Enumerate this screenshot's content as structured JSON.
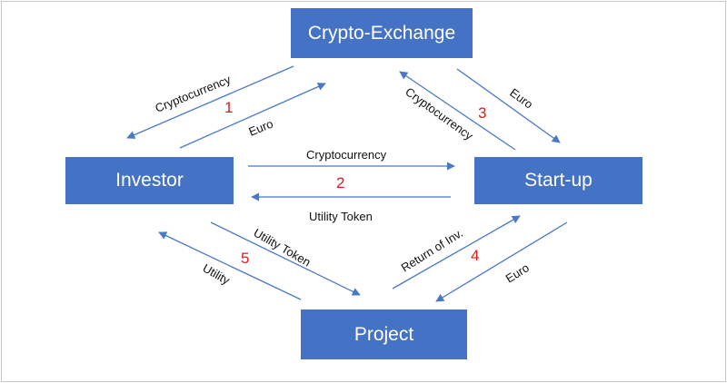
{
  "nodes": {
    "exchange": "Crypto-Exchange",
    "investor": "Investor",
    "startup": "Start-up",
    "project": "Project"
  },
  "edges": {
    "e1_out": "Cryptocurrency",
    "e1_back": "Euro",
    "e1_num": "1",
    "e2_out": "Cryptocurrency",
    "e2_back": "Utility Token",
    "e2_num": "2",
    "e3_out": "Euro",
    "e3_back": "Cryptocurrency",
    "e3_num": "3",
    "e4_out": "Return of Inv.",
    "e4_back": "Euro",
    "e4_num": "4",
    "e5_out": "Utility Token",
    "e5_back": "Utility",
    "e5_num": "5"
  },
  "colors": {
    "node_fill": "#4472c4",
    "arrow": "#4a78c8",
    "step_number": "#e21b1b"
  }
}
